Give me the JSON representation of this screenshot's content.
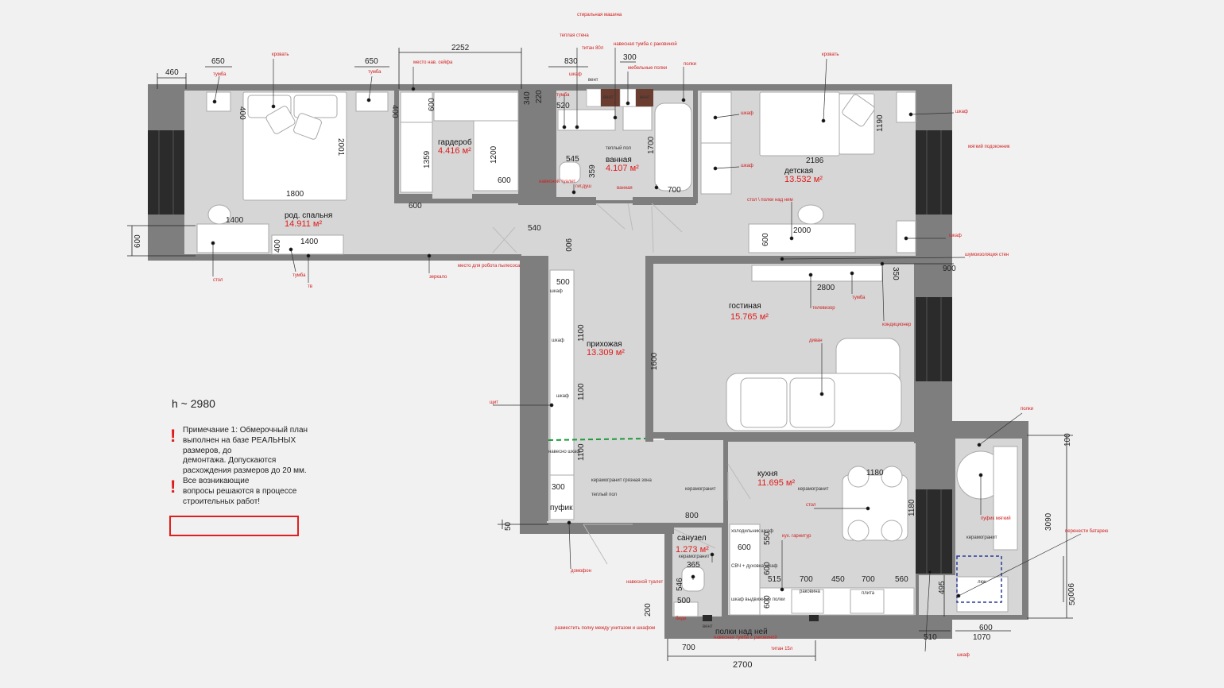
{
  "rooms": {
    "bedroom": {
      "name": "род. спальня",
      "area": "14.911 м²"
    },
    "wardrobe": {
      "name": "гардероб",
      "area": "4.416 м²"
    },
    "bathroom": {
      "name": "ванная",
      "area": "4.107 м²"
    },
    "kids": {
      "name": "детская",
      "area": "13.532 м²"
    },
    "living": {
      "name": "гостиная",
      "area": "15.765 м²"
    },
    "hall": {
      "name": "прихожая",
      "area": "13.309 м²"
    },
    "kitchen": {
      "name": "кухня",
      "area": "11.695 м²"
    },
    "wc": {
      "name": "санузел",
      "area": "1.273 м²"
    }
  },
  "labels": {
    "bed1": "кровать",
    "tumba1": "тумба",
    "tumba2": "тумба",
    "safe": "место нав. сейфа",
    "wash": "стиральная машина",
    "warm_wall": "теплая стена",
    "titan80": "титан 80л",
    "sink_cab": "навесная тумба с раковиной",
    "shelves1": "полки",
    "shelf_mob": "мебельные полки",
    "shkaf_bath": "шкаф",
    "vent": "вент",
    "vent2": "вент",
    "vent_sm": "вент",
    "cabinet": "тумба",
    "warm_floor": "теплый пол",
    "wall_wc": "навесной туалет",
    "gig_dush": "гиг.душ",
    "tub": "ванная",
    "bed2": "кровать",
    "shkaf_k1": "шкаф",
    "shkaf_k2": "шкаф",
    "shkaf_k3": "шкаф",
    "shkaf_k4": "шкаф",
    "soft_sill": "мягкий подоконник",
    "desk_kids": "стол \\ полки над ним",
    "soundproof": "шумоизоляция стен",
    "table_bed": "стол",
    "tumba_bed": "тумба",
    "tv_small": "тв",
    "mirror": "зеркало",
    "vacuum": "место для робота пылесоса",
    "tv": "телевизор",
    "tumba_liv": "тумба",
    "ac": "кондиционер",
    "sofa": "диван",
    "shkaf_h1": "шкаф",
    "shkaf_h2": "шкаф",
    "shkaf_h3": "шкаф",
    "hang_shkaf": "навесно шкаф",
    "panel": "щит",
    "ceramic_hall": "керамогранит\nгрязная зона",
    "warm_hall": "теплый пол",
    "pufik": "пуфик",
    "intercom": "домофон",
    "ceramic_k": "керамогранит",
    "ceramic_k2": "керамогранит",
    "ceramic_wc": "керамогранит",
    "table_k": "стол",
    "kit_set": "кух. гарнитур",
    "col_shkaf": "холодильник шкаф",
    "cab2": "СВЧ + духовка шкаф",
    "cab3": "шкаф выдвижные полки",
    "sink_k": "раковина",
    "stove": "плита",
    "wc_hang": "навесной туалет",
    "shelves_wc": "полки над ней",
    "sink_wc": "навесная тумба с раковиной",
    "titan15": "титан 15л",
    "vent_wc": "вент",
    "shelf_between": "разместить полку между унитазом и шкафом",
    "bidet": "биде",
    "balcony_shelves": "полки",
    "soft_pouf": "пуфик мягкий",
    "move_rad": "перенести батарею",
    "ceramic_bal": "керамогранит",
    "hatch": "люк",
    "shkaf_bal": "шкаф"
  },
  "dims": [
    "460",
    "650",
    "650",
    "2252",
    "830",
    "300",
    "340",
    "220",
    "400",
    "400",
    "600",
    "1359",
    "1200",
    "600",
    "600",
    "1800",
    "2001",
    "1400",
    "1400",
    "600",
    "400",
    "540",
    "900",
    "520",
    "545",
    "359",
    "1700",
    "700",
    "1190",
    "2186",
    "2000",
    "600",
    "900",
    "350",
    "2800",
    "500",
    "1100",
    "1100",
    "1100",
    "1600",
    "300",
    "50",
    "800",
    "550",
    "600",
    "600",
    "600",
    "515",
    "700",
    "450",
    "700",
    "560",
    "365",
    "546",
    "500",
    "200",
    "700",
    "2700",
    "1180",
    "1180",
    "100",
    "3090",
    "900",
    "495",
    "510",
    "600",
    "1070",
    "50"
  ],
  "note": {
    "height": "h ~ 2980",
    "lines": [
      "Примечание 1: Обмерочный план",
      "выполнен на базе РЕАЛЬНЫХ",
      "размеров, до",
      "демонтажа. Допускаются",
      "расхождения размеров до 20 мм.",
      "Все возникающие",
      "вопросы решаются в процессе",
      "строительных работ!"
    ]
  },
  "colors": {
    "wall": "#7e7e7e",
    "floor": "#d6d6d6",
    "window": "#2b2b2b",
    "accent": "#e01a1a",
    "vent": "#6b3c30",
    "hatch": "#2a3c9a",
    "green": "#1a9a3a"
  }
}
